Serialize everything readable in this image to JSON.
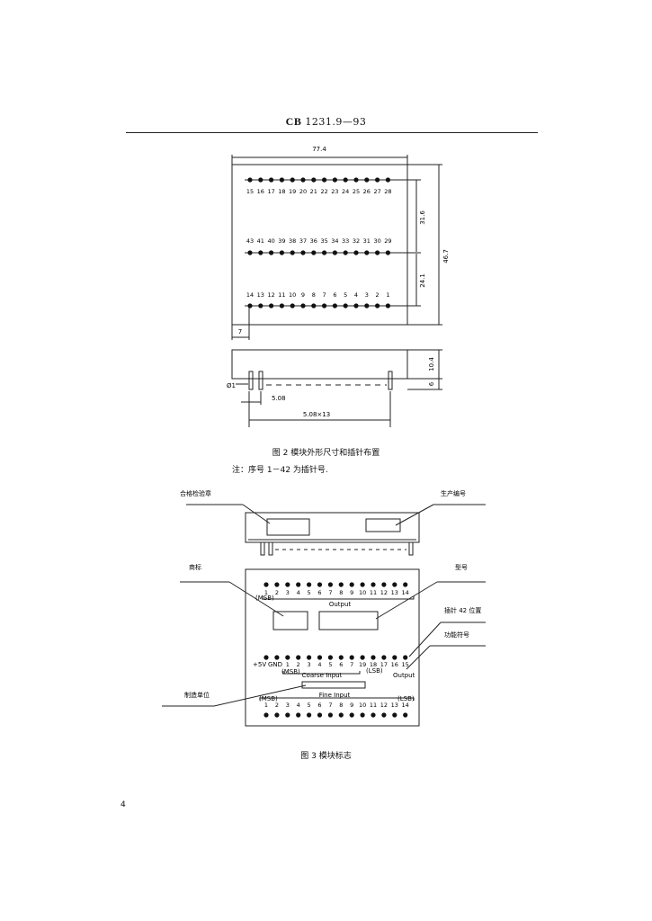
{
  "header": {
    "std_prefix": "CB",
    "std_number": "1231.9—93"
  },
  "fig2": {
    "dim_width": "77.4",
    "dim_height": "46.7",
    "dim_upper": "31.6",
    "dim_lower": "24.1",
    "dim_left": "7",
    "dim_body_h": "10.4",
    "dim_pin_h": "6",
    "dim_dia": "Ø1",
    "dim_pitch": "5.08",
    "dim_span": "5.08×13",
    "row_top": [
      "15",
      "16",
      "17",
      "18",
      "19",
      "20",
      "21",
      "22",
      "23",
      "24",
      "25",
      "26",
      "27",
      "28"
    ],
    "row_mid": [
      "43",
      "41",
      "40",
      "39",
      "38",
      "37",
      "36",
      "35",
      "34",
      "33",
      "32",
      "31",
      "30",
      "29"
    ],
    "row_bot": [
      "14",
      "13",
      "12",
      "11",
      "10",
      "9",
      "8",
      "7",
      "6",
      "5",
      "4",
      "3",
      "2",
      "1"
    ],
    "caption": "图 2  模块外形尺寸和插针布置",
    "note": "注：序号 1－42 为插针号."
  },
  "fig3": {
    "lbl_cert": "合格检验章",
    "lbl_serial": "生产编号",
    "lbl_trademark": "商标",
    "lbl_model": "型号",
    "lbl_pin42": "插针 42 位置",
    "lbl_func": "功能符号",
    "lbl_maker": "制造单位",
    "row1_nums": [
      "1",
      "2",
      "3",
      "4",
      "5",
      "6",
      "7",
      "8",
      "9",
      "10",
      "11",
      "12",
      "13",
      "14"
    ],
    "row1_msb": "(MSB)",
    "row1_output": "Output",
    "row2_5v": "+5V",
    "row2_gnd": "GND",
    "row2_nums": [
      "1",
      "2",
      "3",
      "4",
      "5",
      "6",
      "7",
      "19",
      "18",
      "17",
      "16",
      "15"
    ],
    "row2_msb": "(MSB)",
    "row2_coarse": "Coarse Input",
    "row2_lsb": "(LSB)",
    "row2_output": "Output",
    "row3_fine": "Fine Input",
    "row3_msb": "(MSB)",
    "row3_lsb": "(LSB)",
    "row3_nums": [
      "1",
      "2",
      "3",
      "4",
      "5",
      "6",
      "7",
      "8",
      "9",
      "10",
      "11",
      "12",
      "13",
      "14"
    ],
    "caption": "图 3  模块标志"
  },
  "page_number": "4"
}
